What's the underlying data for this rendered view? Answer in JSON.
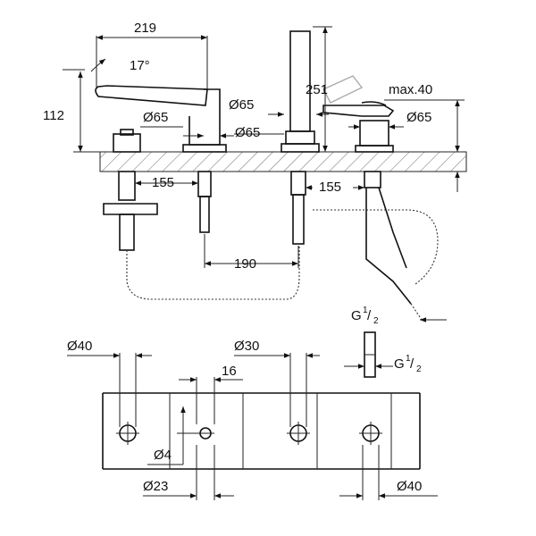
{
  "dimensions": {
    "d219": "219",
    "d17": "17°",
    "d112": "112",
    "d65a": "Ø65",
    "d65b": "Ø65",
    "d65c": "Ø65",
    "d65d": "Ø65",
    "d251": "251",
    "dmax40": "max.40",
    "d155a": "155",
    "d155b": "155",
    "d190": "190",
    "g12a": {
      "g": "G",
      "num": "1",
      "den": "2"
    },
    "g12b": {
      "g": "G",
      "num": "1",
      "den": "2"
    },
    "d40a": "Ø40",
    "d30": "Ø30",
    "d16": "16",
    "d4": "Ø4",
    "d23": "Ø23",
    "d40b": "Ø40"
  }
}
